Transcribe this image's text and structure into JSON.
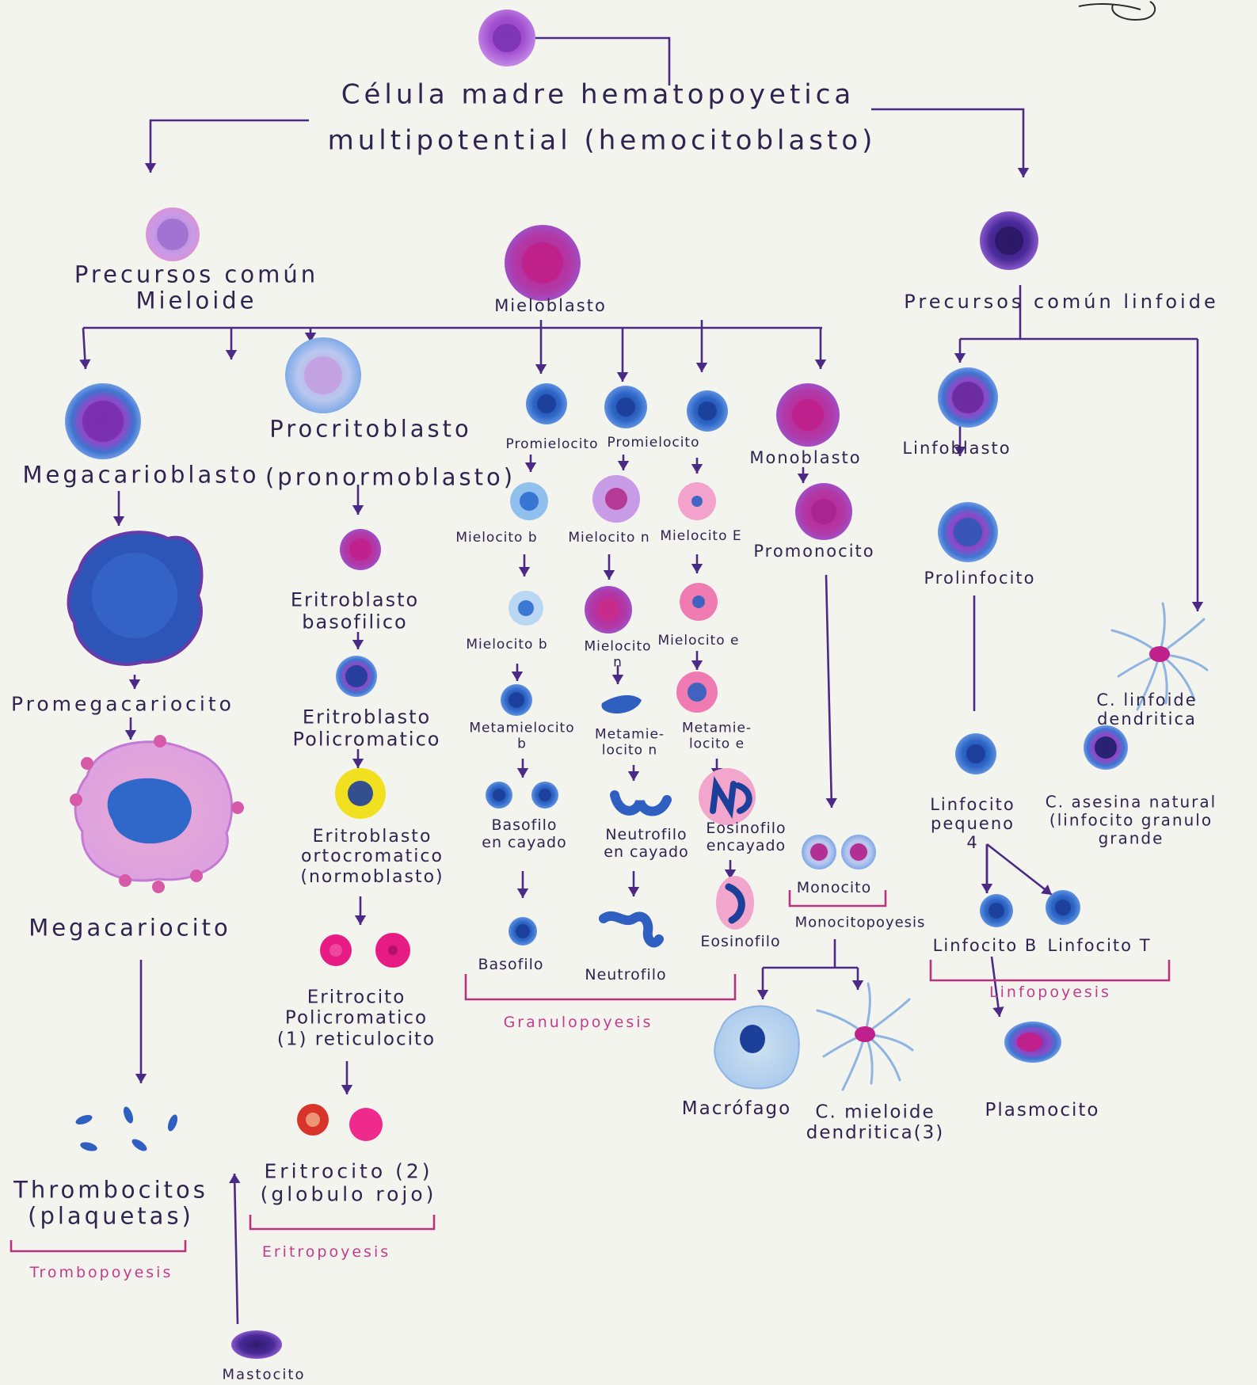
{
  "title": {
    "line1": "Célula madre hematopoyetica",
    "line2": "multipotential (hemocitoblasto)"
  },
  "colors": {
    "ink": "#4b2a86",
    "pink_ink": "#c23c8c",
    "paper": "#f4f4ef",
    "blue": "#2f5fc0",
    "magenta": "#d0268c",
    "purple": "#7a3bb0"
  },
  "labels": {
    "precursor_mieloide": "Precursos común\nMieloide",
    "mieloblasto": "Mieloblasto",
    "precursor_linfoide": "Precursos común linfoide",
    "megacarioblasto": "Megacarioblasto",
    "procritoblasto": "Procritoblasto",
    "pronormoblasto": "(pronormoblasto)",
    "promielocito_b": "Promielocito",
    "promielocito_n": "Promielocito",
    "monoblasto": "Monoblasto",
    "linfoblasto": "Linfoblasto",
    "mielocito_b": "Mielocito b",
    "mielocito_n": "Mielocito n",
    "mielocito_e": "Mielocito E",
    "promonocito": "Promonocito",
    "eritroblasto_basofilico": "Eritroblasto\nbasofilico",
    "prolinfocito": "Prolinfocito",
    "mielocito_b2": "Mielocito b",
    "mielocito_n2": "Mielocito\nn",
    "mielocito_e2": "Mielocito e",
    "promegacariocito": "Promegacariocito",
    "eritroblasto_policromatico": "Eritroblasto\nPolicromatico",
    "metamielocito_b": "Metamielocito\nb",
    "metamielocito_n": "Metamie-\nlocito n",
    "metamielocito_e": "Metamie-\nlocito e",
    "c_linfoide_dendritica": "C. linfoide\ndendritica",
    "eritroblasto_ortocromatico": "Eritroblasto\nortocromatico\n(normoblasto)",
    "basofilo_cayado": "Basofilo\nen cayado",
    "neutrofilo_cayado": "Neutrofilo\nen cayado",
    "eosinofilo_cayado": "Eosinofilo\nencayado",
    "linfocito_pequeno": "Linfocito\npequeno\n4",
    "c_asesina_natural": "C. asesina natural\n(linfocito granulo\ngrande",
    "megacariocito": "Megacariocito",
    "monocito": "Monocito",
    "monocitopoyesis": "Monocitopoyesis",
    "eosinofilo": "Eosinofilo",
    "linfocito_b": "Linfocito B",
    "linfocito_t": "Linfocito T",
    "eritrocito_policromatico": "Eritrocito\nPolicromatico\n(1) reticulocito",
    "basofilo": "Basofilo",
    "neutrofilo": "Neutrofilo",
    "granulopoyesis": "Granulopoyesis",
    "linfopoyesis": "Linfopoyesis",
    "macrofago": "Macrófago",
    "c_mieloide_dendritica": "C. mieloide\ndendritica(3)",
    "plasmocito": "Plasmocito",
    "trombocitos": "Thrombocitos\n(plaquetas)",
    "trombopoyesis": "Trombopoyesis",
    "eritropoyesis": "Eritropoyesis",
    "eritrocito_2": "Eritrocito (2)\n(globulo rojo)",
    "mastocito": "Mastocito"
  }
}
